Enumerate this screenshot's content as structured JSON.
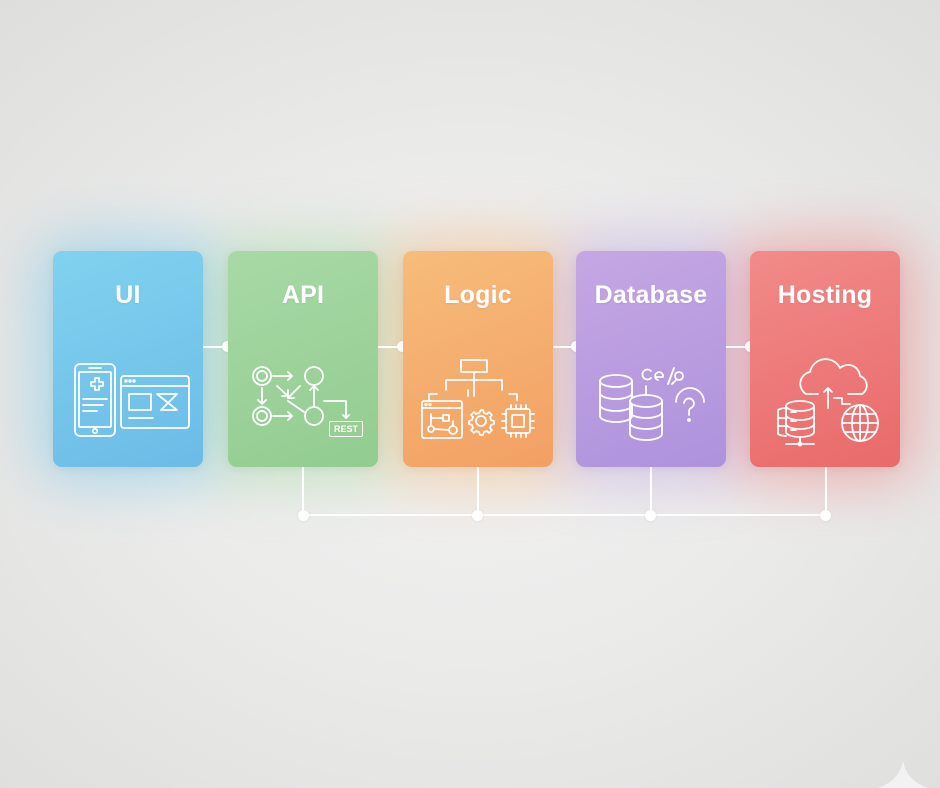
{
  "diagram": {
    "type": "horizontal-pipeline",
    "stages": [
      {
        "id": "ui",
        "label": "UI",
        "icon": "mobile-and-browser-window-icon",
        "color_top": "#7dd0ee",
        "color_bottom": "#6ab8e6"
      },
      {
        "id": "api",
        "label": "API",
        "icon": "api-flow-rest-icon",
        "color_top": "#a6d8a4",
        "color_bottom": "#93cd91"
      },
      {
        "id": "logic",
        "label": "Logic",
        "icon": "logic-hierarchy-gear-chip-icon",
        "color_top": "#f6b877",
        "color_bottom": "#f3a466"
      },
      {
        "id": "database",
        "label": "Database",
        "icon": "database-query-icon",
        "color_top": "#c3a4e2",
        "color_bottom": "#b195dd"
      },
      {
        "id": "hosting",
        "label": "Hosting",
        "icon": "cloud-server-globe-icon",
        "color_top": "#f08886",
        "color_bottom": "#ea6b6b"
      }
    ],
    "icon_labels": {
      "api_badge": "REST"
    },
    "connectors": {
      "horizontal_links": [
        "ui-api",
        "api-logic",
        "logic-database",
        "database-hosting"
      ],
      "bottom_bus": [
        "api",
        "logic",
        "database",
        "hosting"
      ],
      "color": "#ffffff"
    }
  },
  "background": {
    "center": "#f1f1f0",
    "edge": "#dededd"
  }
}
